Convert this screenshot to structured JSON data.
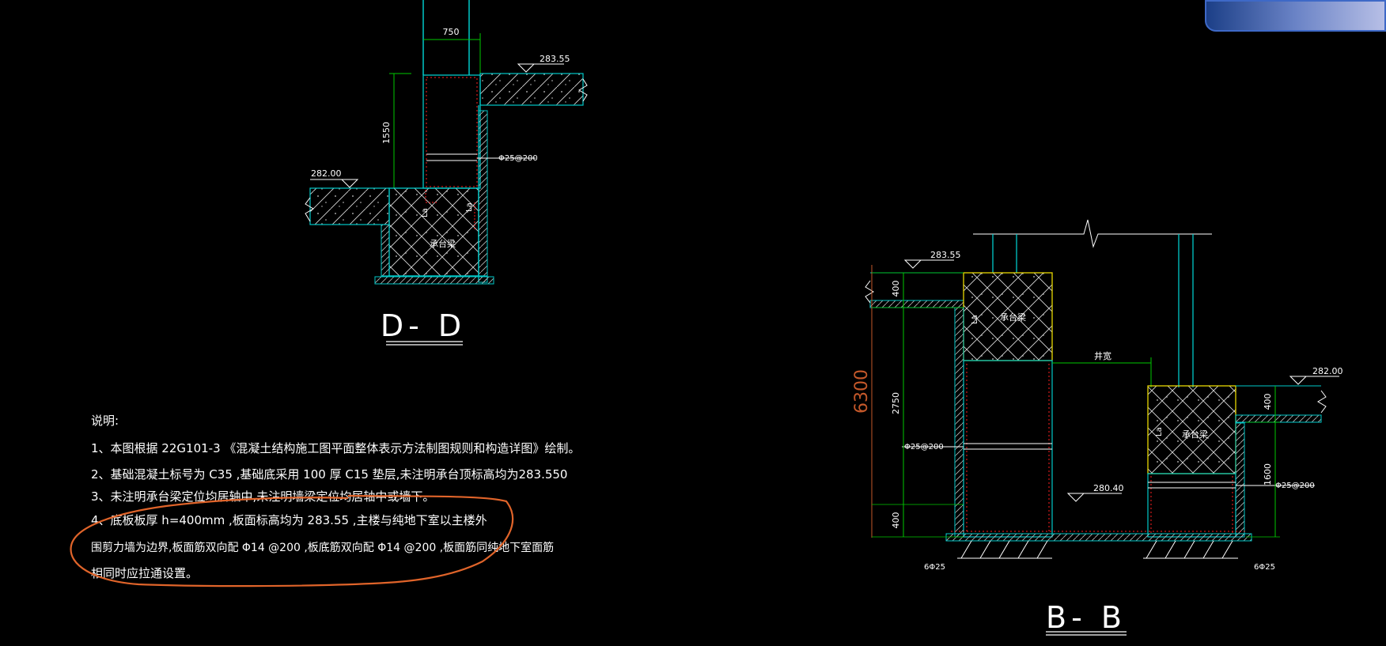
{
  "section_dd": {
    "title": "D- D",
    "dim_top": "750",
    "dim_height": "1550",
    "level_right": "283.55",
    "level_left": "282.00",
    "rebar": "Φ25@200",
    "la1": "La",
    "la2": "La",
    "beam_label": "承台梁"
  },
  "section_bb": {
    "title": "B- B",
    "level_left": "283.55",
    "level_right": "282.00",
    "level_pit": "280.40",
    "dim_total": "6300",
    "dim_400_top": "400",
    "dim_2750": "2750",
    "dim_400_bottom": "400",
    "dim_400_right": "400",
    "dim_1600": "1600",
    "rebar_left": "Φ25@200",
    "rebar_right": "Φ25@200",
    "pit_width": "井宽",
    "beam_label_1": "承台梁",
    "beam_label_2": "承台梁",
    "bars_left": "6Φ25",
    "bars_right": "6Φ25",
    "la": "La"
  },
  "notes": {
    "heading": "说明:",
    "line1": "1、本图根据   22G101-3    《混凝土结构施工图平面整体表示方法制图规则和构造详图》绘制。",
    "line2": "2、基础混凝土标号为      C35 ,基础底采用     100  厚 C15  垫层,未注明承台顶标高均为283.550",
    "line3": "3、未注明承台梁定位均居轴中,未注明墙梁定位均居轴中或墙下。",
    "line4": "4、底板板厚    h=400mm   ,板面标高均为       283.55   ,主楼与纯地下室以主楼外",
    "line5": "围剪力墙为边界,板面筋双向配           Φ14 @200    ,板底筋双向配       Φ14 @200    ,板面筋同纯地下室面筋",
    "line6": "相同时应拉通设置。"
  },
  "colors": {
    "background": "#000000",
    "wall": "#00c8c8",
    "dimension": "#00c800",
    "rebar": "#ff2020",
    "annotation": "#e0642a",
    "orange_dim": "#c4582a",
    "yellow": "#e8d800"
  }
}
